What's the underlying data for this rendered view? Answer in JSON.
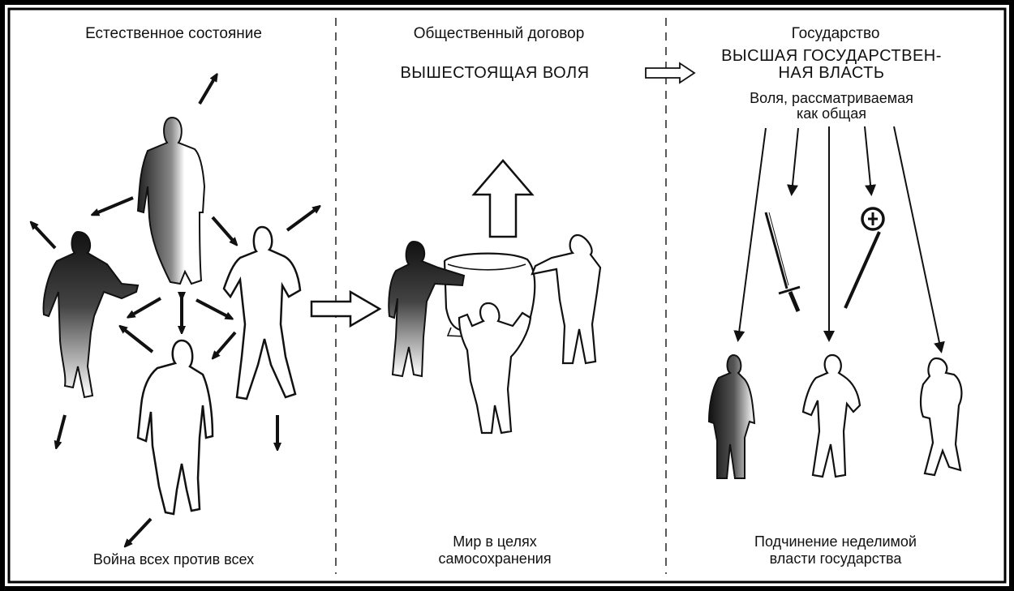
{
  "panels": [
    {
      "title": "Естественное состояние",
      "caption": "Война всех против всех"
    },
    {
      "title": "Общественный договор",
      "banner": "ВЫШЕСТОЯЩАЯ ВОЛЯ",
      "caption_line1": "Мир в целях",
      "caption_line2": "самосохранения"
    },
    {
      "title": "Государство",
      "banner_line1": "ВЫСШАЯ ГОСУДАРСТВЕН-",
      "banner_line2": "НАЯ ВЛАСТЬ",
      "subtitle_line1": "Воля, рассматриваемая",
      "subtitle_line2": "как общая",
      "caption_line1": "Подчинение неделимой",
      "caption_line2": "власти государства"
    }
  ],
  "colors": {
    "ink": "#111111",
    "border": "#000000",
    "paper": "#ffffff"
  },
  "icons": [
    "sword-icon",
    "crosier-icon",
    "arrow-icon",
    "hollow-arrow-icon",
    "human-figure-icon"
  ]
}
